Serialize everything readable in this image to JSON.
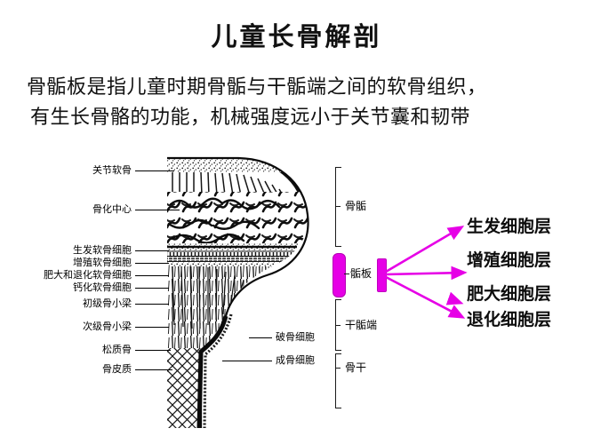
{
  "slide": {
    "title": "儿童长骨解剖",
    "subtitle_line1": "骨骺板是指儿童时期骨骺与干骺端之间的软骨组织，",
    "subtitle_line2": "有生长骨骼的功能，机械强度远小于关节囊和韧带",
    "accent_color": "#e600e6",
    "text_color": "#111111",
    "background_color": "#ffffff"
  },
  "figure": {
    "caption_alt": "儿童长骨近端纵剖组织学示意图",
    "left_labels": [
      {
        "id": "articular-cartilage",
        "text": "关节软骨"
      },
      {
        "id": "ossification-center",
        "text": "骨化中心"
      },
      {
        "id": "germinal-chondrocyte",
        "text": "生发软骨细胞"
      },
      {
        "id": "proliferating-chondrocyte",
        "text": "增殖软骨细胞"
      },
      {
        "id": "hypertrophic-degenerating-chondrocyte",
        "text": "肥大和退化软骨细胞"
      },
      {
        "id": "calcified-chondrocyte",
        "text": "钙化软骨细胞"
      },
      {
        "id": "primary-trabecula",
        "text": "初级骨小梁"
      },
      {
        "id": "secondary-trabecula",
        "text": "次级骨小梁"
      },
      {
        "id": "cancellous-bone",
        "text": "松质骨"
      },
      {
        "id": "cortical-bone",
        "text": "骨皮质"
      }
    ],
    "inner_right_labels": [
      {
        "id": "osteoclast",
        "text": "破骨细胞"
      },
      {
        "id": "osteoblast",
        "text": "成骨细胞"
      }
    ],
    "brackets": [
      {
        "id": "epiphysis",
        "text": "骨骺"
      },
      {
        "id": "physis",
        "text": "骺板"
      },
      {
        "id": "metaphysis",
        "text": "干骺端"
      },
      {
        "id": "diaphysis",
        "text": "骨干"
      }
    ]
  },
  "callouts": {
    "arrow_color": "#e600e6",
    "items": [
      {
        "id": "germinal-cell-layer",
        "text": "生发细胞层"
      },
      {
        "id": "proliferative-cell-layer",
        "text": "增殖细胞层"
      },
      {
        "id": "hypertrophic-cell-layer",
        "text": "肥大细胞层"
      },
      {
        "id": "degenerative-cell-layer",
        "text": "退化细胞层"
      }
    ]
  }
}
